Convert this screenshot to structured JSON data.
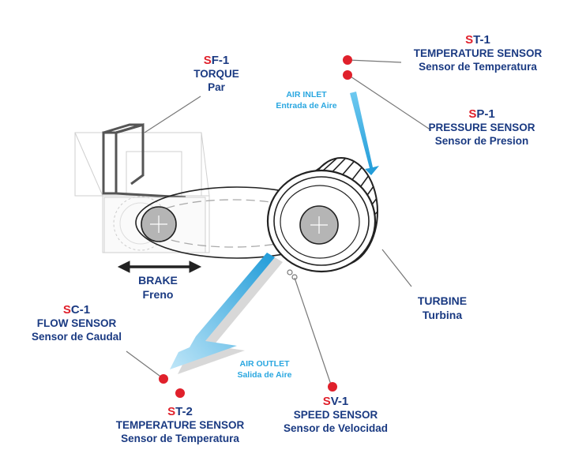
{
  "colors": {
    "navy": "#1a3a82",
    "red": "#e0202b",
    "sky": "#2aa7e0",
    "leader": "#777777",
    "outline": "#222222"
  },
  "labels": {
    "sf1": {
      "code_first": "S",
      "code_rest": "F-1",
      "en": "TORQUE",
      "es": "Par"
    },
    "st1": {
      "code_first": "S",
      "code_rest": "T-1",
      "en": "TEMPERATURE SENSOR",
      "es": "Sensor de Temperatura"
    },
    "sp1": {
      "code_first": "S",
      "code_rest": "P-1",
      "en": "PRESSURE SENSOR",
      "es": "Sensor de Presion"
    },
    "sc1": {
      "code_first": "S",
      "code_rest": "C-1",
      "en": "FLOW SENSOR",
      "es": "Sensor de Caudal"
    },
    "st2": {
      "code_first": "S",
      "code_rest": "T-2",
      "en": "TEMPERATURE SENSOR",
      "es": "Sensor de Temperatura"
    },
    "sv1": {
      "code_first": "S",
      "code_rest": "V-1",
      "en": "SPEED SENSOR",
      "es": "Sensor de Velocidad"
    }
  },
  "components": {
    "brake": {
      "en": "BRAKE",
      "es": "Freno"
    },
    "turbine": {
      "en": "TURBINE",
      "es": "Turbina"
    }
  },
  "air": {
    "inlet": {
      "en": "AIR INLET",
      "es": "Entrada de Aire"
    },
    "outlet": {
      "en": "AIR OUTLET",
      "es": "Salida de Aire"
    }
  }
}
